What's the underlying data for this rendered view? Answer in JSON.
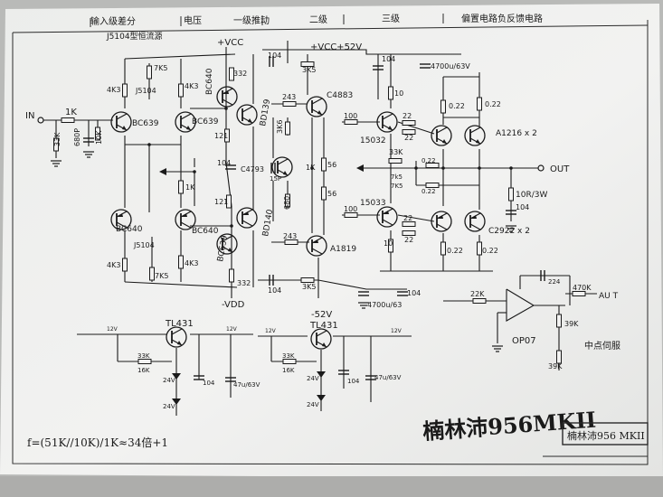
{
  "header": {
    "cells": [
      "输入级差分",
      "电压",
      "一级推动",
      "二级",
      "三级",
      "偏置电路负反馈电路"
    ],
    "jfet_note": "J5104型恒流源"
  },
  "input": {
    "label": "IN",
    "series_r": "1K",
    "shunt_r": "33K",
    "cap": "680P",
    "bias_r": "10K"
  },
  "rails": {
    "vcc": "+VCC",
    "vdd": "-VDD",
    "pos52": "+VCC+52V",
    "neg52": "-52V"
  },
  "transistors": {
    "q1": "BC639",
    "q2": "BC639",
    "q3": "BC640",
    "q4": "BC640",
    "vas_p": "BC640",
    "vas_n": "BC639",
    "j1": "J5104",
    "j2": "J5104",
    "drv_p": "BD139",
    "drv_n": "BD140",
    "vbe": "C4793",
    "pre_p": "C4883",
    "pre_n": "A1819",
    "drv2_p": "15032",
    "drv2_n": "15033",
    "out_p": "A1216 x 2",
    "out_n": "C2922 x 2"
  },
  "resistors": {
    "r_7k5a": "7K5",
    "r_4k3a": "4K3",
    "r_4k3b": "4K3",
    "r_7k5b": "7K5",
    "r_4k3c": "4K3",
    "r_4k3d": "4K3",
    "r_1k_trim": "1K",
    "r_332a": "332",
    "r_332b": "332",
    "r_121a": "121",
    "r_121b": "121",
    "r_3k6": "3K6",
    "r_680": "680",
    "r_243a": "243",
    "r_243b": "243",
    "r_1k_vbe": "1K",
    "r_56a": "56",
    "r_56b": "56",
    "r_100a": "100",
    "r_100b": "100",
    "r_10a": "10",
    "r_10b": "10",
    "r_22a": "22",
    "r_22b": "22",
    "r_22c": "22",
    "r_22d": "22",
    "r_022a": "0.22",
    "r_022b": "0.22",
    "r_022c": "0.22",
    "r_022d": "0.22",
    "r_022e": "0.22",
    "r_022f": "0.22",
    "r_33k": "33K",
    "r_10r3w": "10R/3W",
    "r_3k5a": "3K5",
    "r_3k5b": "3K5"
  },
  "capacitors": {
    "c_104a": "104",
    "c_104b": "104",
    "c_104c": "104",
    "c_104d": "104",
    "c_470a": "4700u/63V",
    "c_470b": "4700u/63",
    "c_15p": "15P",
    "c_104e": "104",
    "c_104f": "104"
  },
  "output": {
    "label": "OUT",
    "fb_r1": "7k5",
    "fb_r2": "7K5"
  },
  "servo": {
    "r_in": "22K",
    "r_fb": "470K",
    "r_out": "39K",
    "r_gnd": "39K",
    "cap": "224",
    "opamp": "OP07",
    "out_label": "AU T",
    "note": "中点伺服"
  },
  "regulators": {
    "left": {
      "ic": "TL431",
      "r1": "33K",
      "r2": "16K",
      "z1": "24V",
      "z2": "24V",
      "cap": "47u/63V",
      "cap2": "104"
    },
    "right": {
      "ic": "TL431",
      "r1": "33K",
      "r2": "16K",
      "z1": "24V",
      "z2": "24V",
      "cap": "47u/63V",
      "cap2": "104"
    },
    "rail_labels": [
      "12V",
      "12V",
      "12V",
      "12V"
    ]
  },
  "gain_formula": "f=(51K//10K)/1K≈34倍+1",
  "signature": "楠林沛956MKII",
  "title_block": {
    "title": "楠林沛956 MKII"
  }
}
